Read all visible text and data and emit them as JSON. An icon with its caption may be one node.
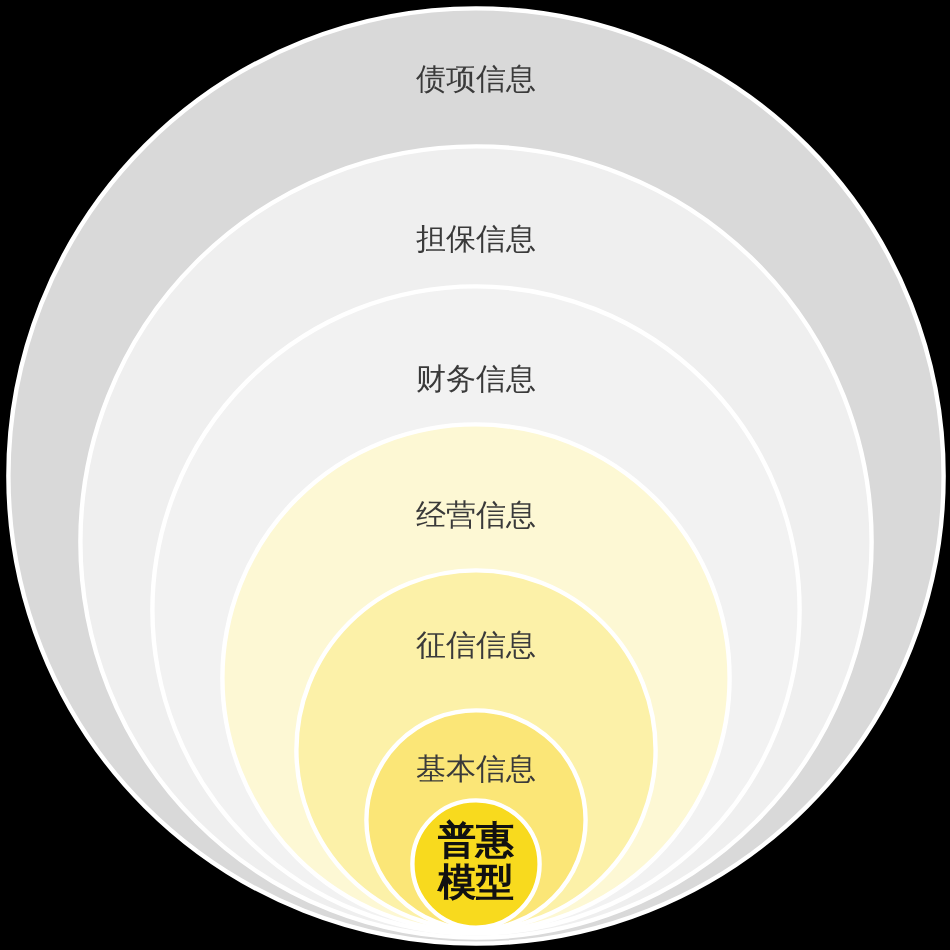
{
  "diagram": {
    "nodes": [
      {
        "text": [
          "债项信息"
        ]
      },
      {
        "text": [
          "担保信息"
        ],
        "in": 0
      },
      {
        "text": [
          "财务信息"
        ],
        "in": 1
      },
      {
        "text": [
          "经营信息"
        ],
        "in": 2
      },
      {
        "text": [
          "征信信息"
        ],
        "in": 3
      },
      {
        "text": [
          "基本信息"
        ],
        "in": 4
      },
      {
        "text": [
          "**普惠模型**"
        ],
        "in": 5
      }
    ]
  }
}
